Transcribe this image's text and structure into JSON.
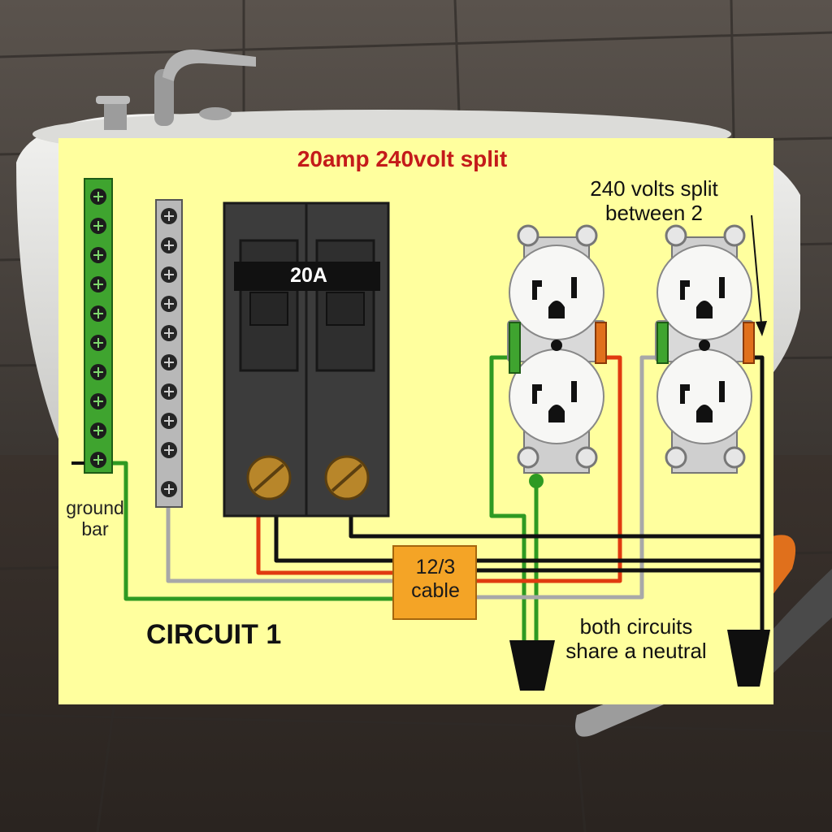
{
  "diagram": {
    "title": "20amp 240volt split",
    "note_split": "240 volts split\nbetween 2",
    "breaker_rating": "20A",
    "ground_bar_label": "ground\nbar",
    "cable_label": "12/3\ncable",
    "circuit_label": "CIRCUIT 1",
    "neutral_note": "both circuits\nshare a neutral"
  },
  "colors": {
    "panel_background": "#ffff9e",
    "ground_wire": "#2e9a22",
    "neutral_wire": "#a8a8a8",
    "hot_red_wire": "#e03a10",
    "hot_black_wire": "#111111",
    "cable_box": "#f4a426",
    "title_text": "#c41a1a",
    "breaker_body": "#3c3c3c",
    "screw_brass": "#b8862a"
  },
  "icons": [
    "ground-bar-icon",
    "neutral-bar-icon",
    "double-pole-breaker-icon",
    "duplex-receptacle-icon",
    "wire-nut-icon",
    "arrow-icon",
    "faucet-icon",
    "pliers-icon"
  ]
}
